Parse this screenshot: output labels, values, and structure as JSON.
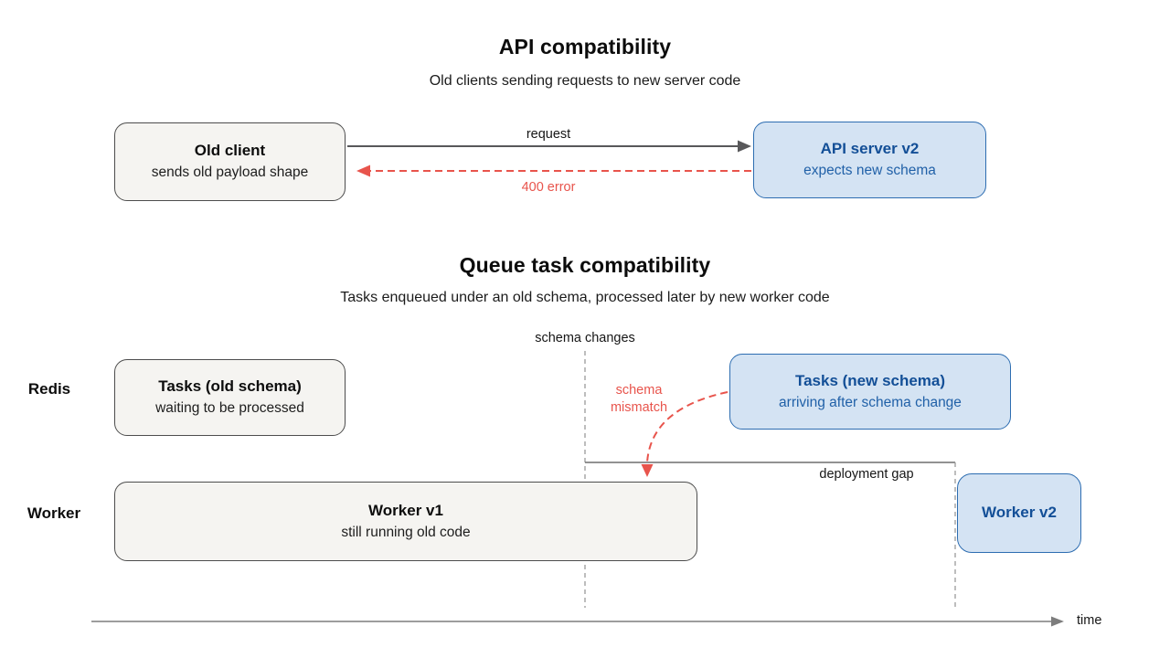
{
  "colors": {
    "red": "#e8544c",
    "arrow-gray": "#58585a",
    "gray-fill": "#f5f4f1",
    "gray-border": "#4d4d4d",
    "blue-fill": "#d4e3f3",
    "blue-border": "#2d6db1",
    "blue-title": "#134f97",
    "blue-text": "#2161a8"
  },
  "sections": {
    "api": {
      "title": "API compatibility",
      "subtitle": "Old clients sending requests to new server code",
      "old_client": {
        "title": "Old client",
        "subtitle": "sends old payload shape"
      },
      "api_server": {
        "title": "API server v2",
        "subtitle": "expects new schema"
      },
      "request_label": "request",
      "error_label": "400 error"
    },
    "queue": {
      "title": "Queue task compatibility",
      "subtitle": "Tasks enqueued under an old schema, processed later by new worker code",
      "schema_changes_label": "schema changes",
      "schema_mismatch_label": "schema mismatch",
      "deployment_gap_label": "deployment gap",
      "time_label": "time",
      "lanes": {
        "redis": "Redis",
        "worker": "Worker"
      },
      "tasks_old": {
        "title": "Tasks (old schema)",
        "subtitle": "waiting to be processed"
      },
      "tasks_new": {
        "title": "Tasks (new schema)",
        "subtitle": "arriving after schema change"
      },
      "worker_v1": {
        "title": "Worker v1",
        "subtitle": "still running old code"
      },
      "worker_v2": {
        "title": "Worker v2"
      }
    }
  }
}
